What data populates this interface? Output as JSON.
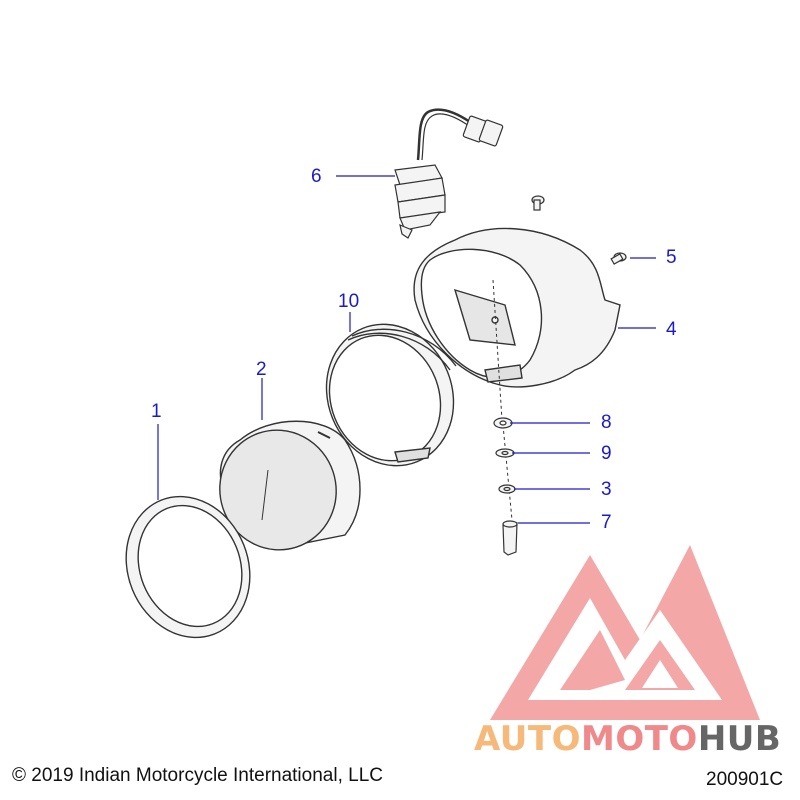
{
  "callouts": {
    "p1": "1",
    "p2": "2",
    "p3": "3",
    "p4": "4",
    "p5": "5",
    "p6": "6",
    "p7": "7",
    "p8": "8",
    "p9": "9",
    "p10": "10"
  },
  "footer": {
    "copyright": "© 2019 Indian Motorcycle International, LLC",
    "diagram_code": "200901C"
  },
  "watermark": {
    "part1": "AUTO",
    "part2": "MOTO",
    "part3": "HUB",
    "color_primary": "#f08a8a",
    "color_secondary": "#f6b97a",
    "color_tertiary": "#666666"
  },
  "colors": {
    "callout": "#1a1acc",
    "line_art": "#333333",
    "part_fill": "#f4f4f4"
  }
}
